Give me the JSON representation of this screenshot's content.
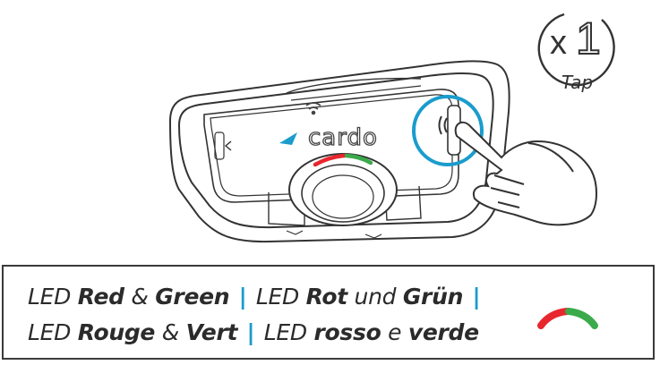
{
  "tap_badge": {
    "count_prefix": "x",
    "count": "1",
    "label": "Tap"
  },
  "device": {
    "brand_logo": "cardo"
  },
  "caption": {
    "line1": [
      {
        "text": "LED ",
        "style": "normal"
      },
      {
        "text": "Red",
        "style": "bold"
      },
      {
        "text": " & ",
        "style": "normal"
      },
      {
        "text": "Green",
        "style": "bold"
      },
      {
        "text": " | ",
        "style": "sep"
      },
      {
        "text": "LED ",
        "style": "normal"
      },
      {
        "text": "Rot",
        "style": "bold"
      },
      {
        "text": " und ",
        "style": "normal"
      },
      {
        "text": "Grün",
        "style": "bold"
      },
      {
        "text": " |",
        "style": "sep"
      }
    ],
    "line2": [
      {
        "text": "LED ",
        "style": "normal"
      },
      {
        "text": "Rouge",
        "style": "bold"
      },
      {
        "text": " & ",
        "style": "normal"
      },
      {
        "text": "Vert",
        "style": "bold"
      },
      {
        "text": " | ",
        "style": "sep"
      },
      {
        "text": "LED ",
        "style": "normal"
      },
      {
        "text": "rosso",
        "style": "bold"
      },
      {
        "text": " e ",
        "style": "normal"
      },
      {
        "text": "verde",
        "style": "bold"
      }
    ]
  },
  "colors": {
    "accent": "#1a9ccd",
    "led_red": "#e8262e",
    "led_green": "#3aaa4a",
    "outline": "#333333"
  }
}
